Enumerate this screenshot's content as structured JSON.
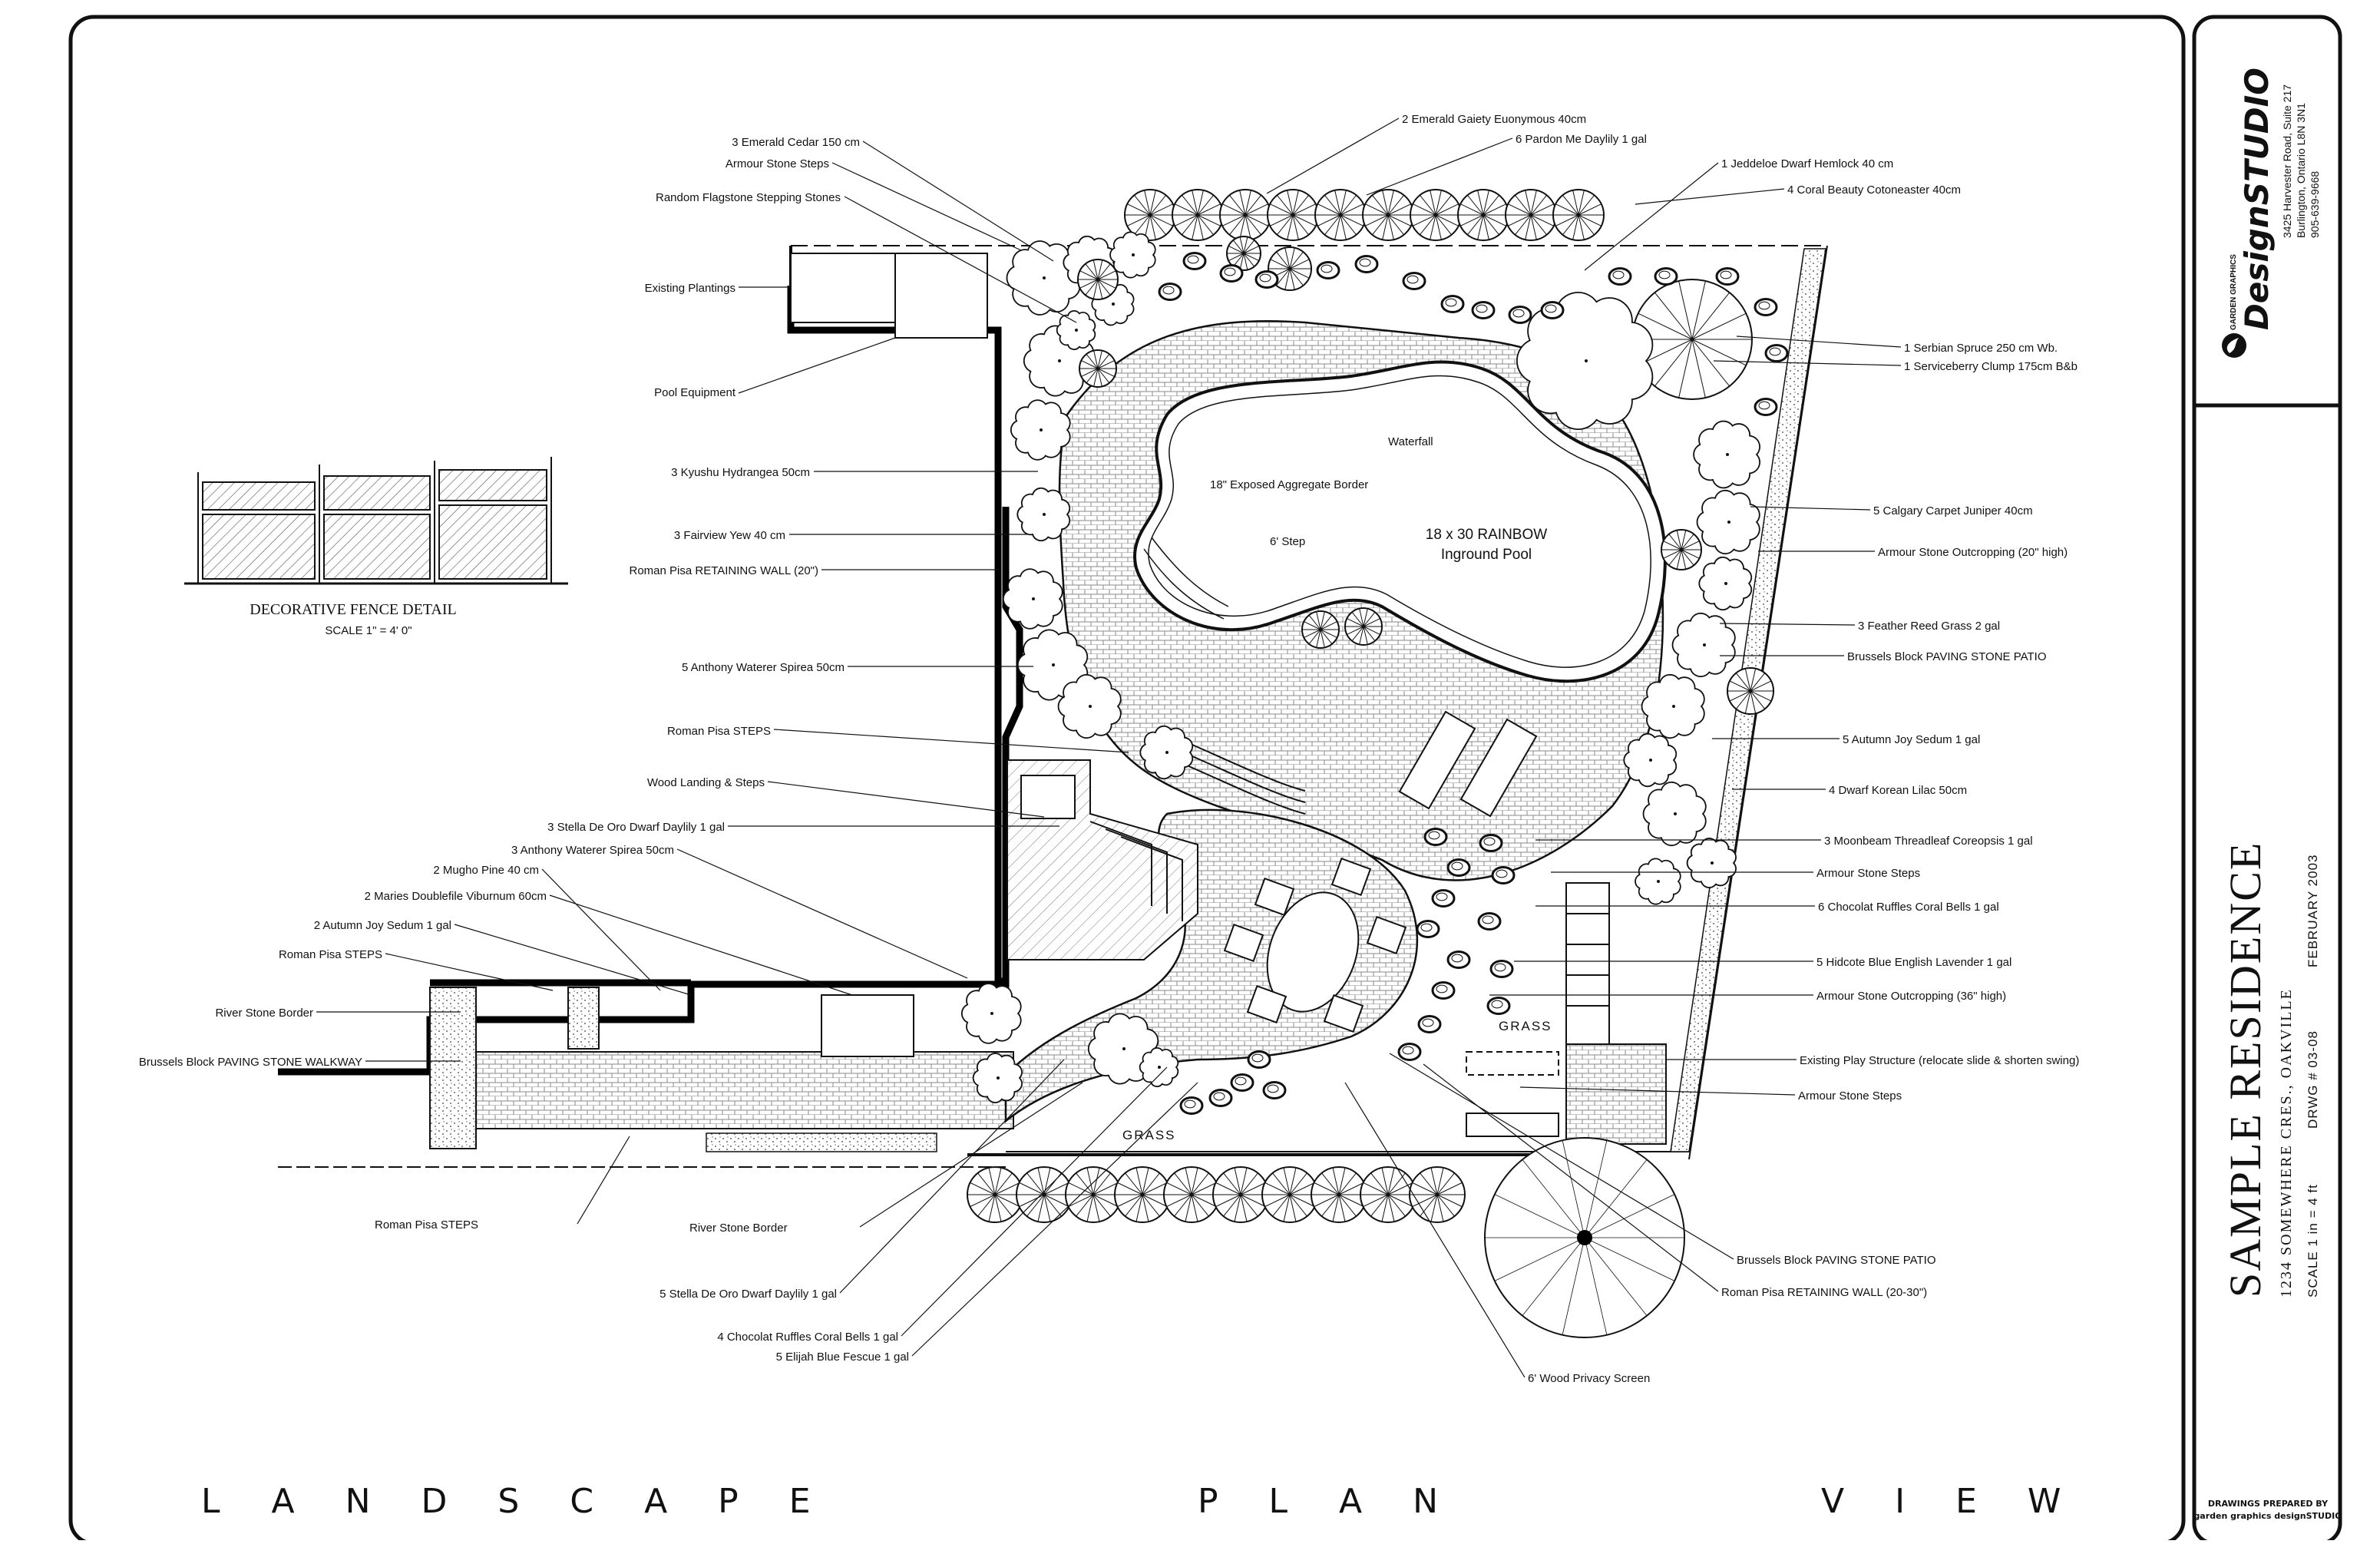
{
  "labels_left": [
    "3 Emerald Cedar 150 cm",
    "Armour Stone Steps",
    "Random Flagstone Stepping Stones",
    "Existing Plantings",
    "Pool Equipment",
    "3 Kyushu Hydrangea 50cm",
    "3 Fairview Yew 40 cm",
    "Roman Pisa RETAINING WALL (20\")",
    "5 Anthony Waterer Spirea 50cm",
    "Roman Pisa STEPS",
    "Wood Landing & Steps",
    "3 Stella De Oro Dwarf Daylily 1 gal",
    "3 Anthony Waterer Spirea 50cm",
    "2 Mugho Pine 40 cm",
    "2 Maries Doublefile Viburnum 60cm",
    "2 Autumn Joy Sedum 1 gal",
    "Roman Pisa STEPS",
    "River Stone Border",
    "Brussels Block PAVING STONE WALKWAY"
  ],
  "labels_right": [
    "2 Emerald Gaiety Euonymous 40cm",
    "6 Pardon Me Daylily 1 gal",
    "1 Jeddeloe Dwarf Hemlock 40 cm",
    "4 Coral Beauty Cotoneaster 40cm",
    "1 Serbian Spruce 250 cm   Wb.",
    "1 Serviceberry Clump 175cm B&b",
    "5 Calgary Carpet Juniper 40cm",
    "Armour Stone Outcropping (20\" high)",
    "3 Feather Reed Grass 2 gal",
    "Brussels Block PAVING STONE PATIO",
    "5 Autumn Joy Sedum 1 gal",
    "4 Dwarf Korean Lilac 50cm",
    "3 Moonbeam Threadleaf Coreopsis 1 gal",
    "Armour Stone Steps",
    "6 Chocolat Ruffles Coral Bells 1 gal",
    "5 Hidcote Blue English Lavender 1 gal",
    "Armour Stone Outcropping (36\" high)",
    "Existing Play Structure (relocate slide & shorten swing)",
    "Armour Stone Steps"
  ],
  "labels_bottom": [
    "Roman Pisa STEPS",
    "River Stone Border",
    "5 Stella De Oro Dwarf Daylily 1 gal",
    "4 Chocolat Ruffles Coral Bells 1 gal",
    "5 Elijah Blue Fescue 1 gal",
    "6' Wood Privacy Screen",
    "Brussels Block PAVING STONE PATIO",
    "Roman Pisa RETAINING WALL (20-30\")"
  ],
  "labels_interior": {
    "waterfall": "Waterfall",
    "border": "18\" Exposed Aggregate Border",
    "step": "6' Step",
    "pool_line1": "18 x 30 RAINBOW",
    "pool_line2": "Inground Pool",
    "grass_right": "GRASS",
    "grass_bottom": "GRASS"
  },
  "fence_detail": {
    "title": "DECORATIVE FENCE DETAIL",
    "scale": "SCALE  1\" = 4' 0\""
  },
  "banner": {
    "word1": "LANDSCAPE",
    "word2": "PLAN",
    "word3": "VIEW"
  },
  "title_block": {
    "logo_small": "GARDEN GRAPHICS",
    "logo_main": "DesignSTUDIO",
    "address_line1": "3425 Harvester Road,  Suite 217",
    "address_line2": "Burlington, Ontario     L8N 3N1",
    "phone": "905-639-9668",
    "project_title": "SAMPLE RESIDENCE",
    "project_address": "1234  SOMEWHERE CRES.,  OAKVILLE",
    "scale": "SCALE  1 in = 4 ft",
    "drawing_no": "DRWG  #  03-08",
    "date": "FEBRUARY  2003",
    "credit_line1": "DRAWINGS PREPARED BY",
    "credit_line2": "garden graphics designSTUDIO"
  },
  "colors": {
    "ink": "#111111",
    "paper": "#ffffff",
    "stone": "#d9d9d9"
  }
}
